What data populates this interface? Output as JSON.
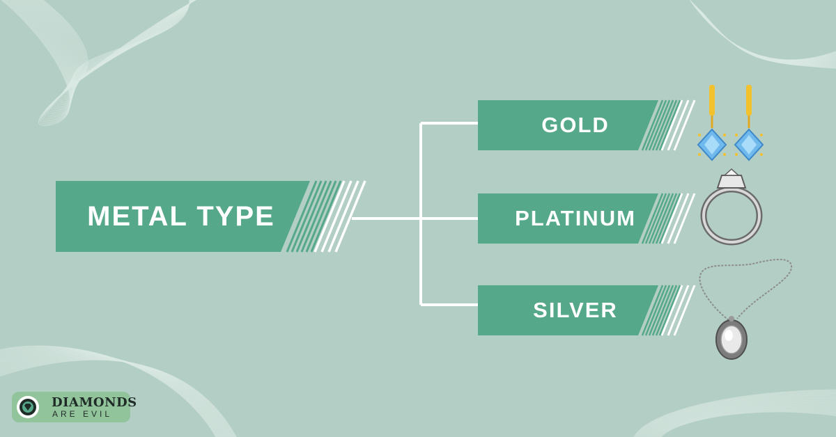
{
  "diagram": {
    "root": {
      "label": "METAL TYPE"
    },
    "branches": [
      {
        "label": "GOLD",
        "image": "gold-earrings"
      },
      {
        "label": "PLATINUM",
        "image": "platinum-ring"
      },
      {
        "label": "SILVER",
        "image": "silver-pendant-necklace"
      }
    ]
  },
  "logo": {
    "line1": "DIAMONDS",
    "line2": "ARE EVIL"
  },
  "colors": {
    "background": "#b3cec4",
    "box": "#55a889",
    "connector": "#ffffff",
    "logo_bg": "#92c49c"
  }
}
